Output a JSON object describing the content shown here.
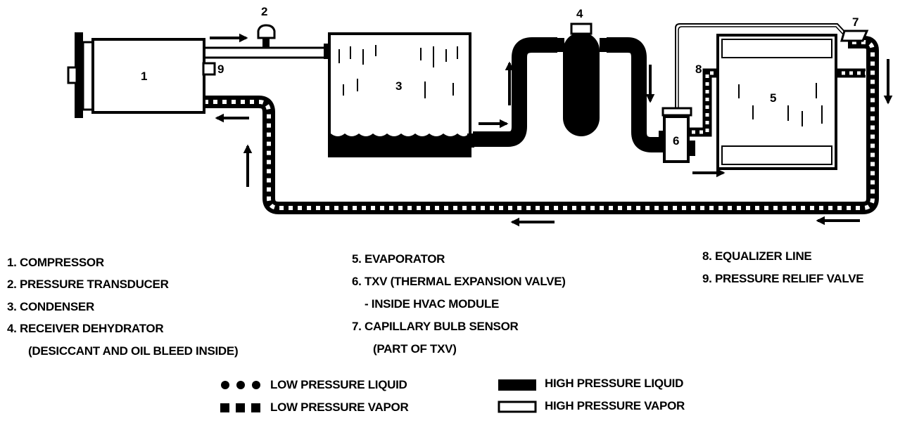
{
  "component_numbers": {
    "compressor": "1",
    "pressure_transducer": "2",
    "condenser": "3",
    "receiver_dehydrator": "4",
    "evaporator": "5",
    "txv": "6",
    "capillary_bulb": "7",
    "equalizer_line": "8",
    "pressure_relief_valve": "9"
  },
  "components": {
    "col1": [
      "1. COMPRESSOR",
      "2. PRESSURE TRANSDUCER",
      "3. CONDENSER",
      "4. RECEIVER DEHYDRATOR",
      "(DESICCANT AND OIL BLEED INSIDE)"
    ],
    "col2": [
      "5. EVAPORATOR",
      "6. TXV (THERMAL EXPANSION VALVE)",
      "- INSIDE HVAC MODULE",
      "7. CAPILLARY BULB SENSOR",
      "(PART OF TXV)"
    ],
    "col3": [
      "8. EQUALIZER LINE",
      "9. PRESSURE RELIEF VALVE"
    ]
  },
  "legend": {
    "low_pressure_liquid": "LOW PRESSURE LIQUID",
    "low_pressure_vapor": "LOW PRESSURE VAPOR",
    "high_pressure_liquid": "HIGH PRESSURE LIQUID",
    "high_pressure_vapor": "HIGH PRESSURE VAPOR"
  }
}
